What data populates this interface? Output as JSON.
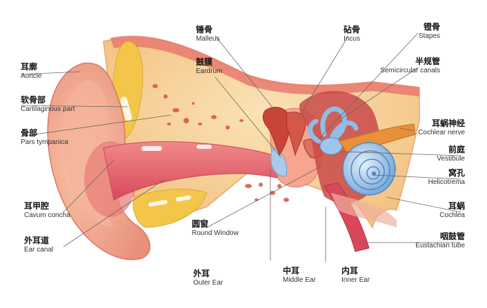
{
  "labels": {
    "auricle": {
      "zh": "耳廓",
      "en": "Auricle"
    },
    "cartilaginous": {
      "zh": "软骨部",
      "en": "Cartilaginous part"
    },
    "pars_tympanica": {
      "zh": "骨部",
      "en": "Pars tympanica"
    },
    "cavum_concha": {
      "zh": "耳甲腔",
      "en": "Cavum concha"
    },
    "ear_canal": {
      "zh": "外耳道",
      "en": "Ear canal"
    },
    "malleus": {
      "zh": "锤骨",
      "en": "Malleus"
    },
    "eardrum": {
      "zh": "鼓膜",
      "en": "Eardrum"
    },
    "incus": {
      "zh": "砧骨",
      "en": "Incus"
    },
    "stapes": {
      "zh": "镫骨",
      "en": "Stapes"
    },
    "semicircular": {
      "zh": "半规管",
      "en": "Semicircular canals"
    },
    "cochlear_nerve": {
      "zh": "耳蜗神经",
      "en": "Cochlear nerve"
    },
    "vestibule": {
      "zh": "前庭",
      "en": "Vestibule"
    },
    "helicotrema": {
      "zh": "窝孔",
      "en": "Helicotrema"
    },
    "cochlea": {
      "zh": "耳蜗",
      "en": "Cochlea"
    },
    "eustachian": {
      "zh": "咽鼓管",
      "en": "Eustachian tube"
    },
    "round_window": {
      "zh": "圆窗",
      "en": "Round Window"
    },
    "outer_ear": {
      "zh": "外耳",
      "en": "Outer Ear"
    },
    "middle_ear": {
      "zh": "中耳",
      "en": "Middle Ear"
    },
    "inner_ear": {
      "zh": "内耳",
      "en": "Inner Ear"
    }
  },
  "colors": {
    "skin": "#f2a98a",
    "skin_dark": "#e07a6a",
    "bone": "#f7d39a",
    "fat": "#f3c64a",
    "canal": "#e8606a",
    "cochlea": "#7fb0e0",
    "nerve": "#e8903a",
    "ossicle": "#c8443a",
    "leader": "#555555"
  }
}
